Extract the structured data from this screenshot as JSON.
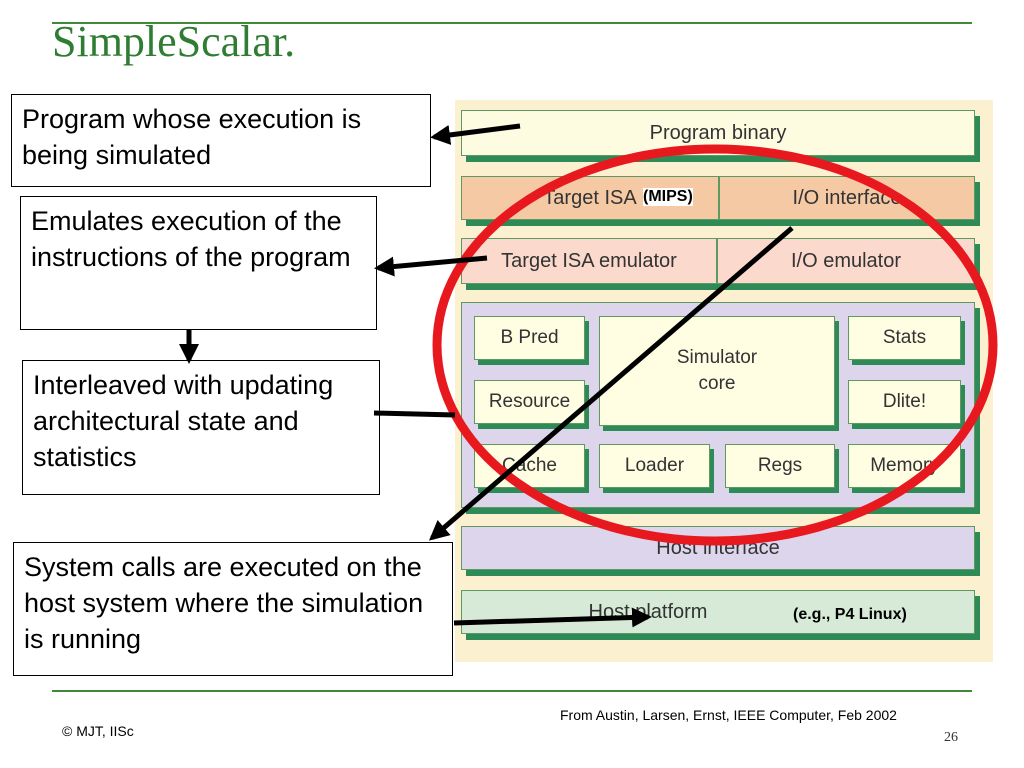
{
  "slide": {
    "title": "SimpleScalar.",
    "callouts": {
      "program": "Program whose execution is being simulated",
      "emulates": "Emulates execution of the instructions of  the program",
      "interleaved": "Interleaved with updating architectural state and statistics",
      "syscalls": "System calls are executed on the host system where the simulation is running"
    },
    "footer": {
      "reference": "From Austin, Larsen, Ernst, IEEE Computer, Feb 2002",
      "copyright": "©   MJT, IISc",
      "page_number": "26"
    }
  },
  "diagram": {
    "layers": {
      "program_binary": "Program binary",
      "target_isa": "Target ISA",
      "io_interface": "I/O interface",
      "target_isa_emulator": "Target ISA emulator",
      "io_emulator": "I/O emulator",
      "host_interface": "Host interface",
      "host_platform": "Host platform"
    },
    "modules": {
      "bpred": "B Pred",
      "resource": "Resource",
      "cache": "Cache",
      "simulator_core": "Simulator core",
      "stats": "Stats",
      "dlite": "Dlite!",
      "loader": "Loader",
      "regs": "Regs",
      "memory": "Memory"
    },
    "annotations": {
      "mips": "(MIPS)",
      "host_example": "(e.g., P4 Linux)"
    },
    "colors": {
      "green_accent": "#2e8b57",
      "highlight_ellipse": "#e8191e",
      "layer_fill_light": "#fdfbe0",
      "layer_fill_orange": "#f6c9a5",
      "layer_fill_pink": "#fbd9cc",
      "layer_fill_lavender": "#ddd5ec",
      "layer_fill_mint": "#d6ead7"
    }
  }
}
